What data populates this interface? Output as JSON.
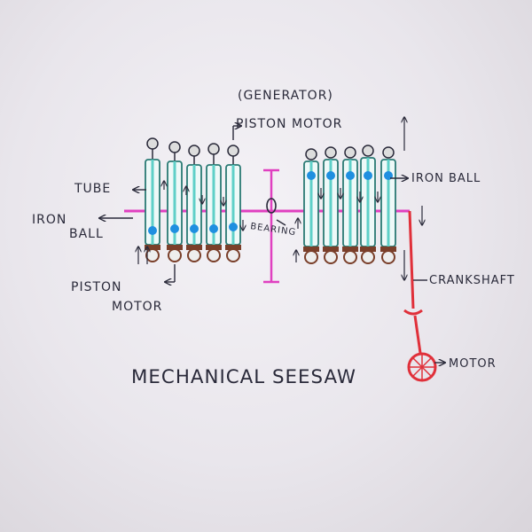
{
  "labels": {
    "generator": "(GENERATOR)",
    "piston_motor_top": "PISTON MOTOR",
    "tube": "TUBE",
    "iron_ball_left_1": "IRON",
    "iron_ball_left_2": "BALL",
    "iron_ball_right": "IRON BALL",
    "bearing": "BEARING",
    "piston_motor_bottom_1": "PISTON",
    "piston_motor_bottom_2": "MOTOR",
    "crankshaft": "CRANKSHAFT",
    "motor": "MOTOR",
    "title": "MECHANICAL SEESAW"
  },
  "colors": {
    "ink": "#2a2a3a",
    "tube_fill": "#5fd0c8",
    "ball": "#1f8fe0",
    "cap": "#7a3f2a",
    "beam": "#e040c0",
    "crank": "#e0303a"
  },
  "icons": [
    "arrow-icon",
    "wheel-icon",
    "bearing-icon"
  ]
}
